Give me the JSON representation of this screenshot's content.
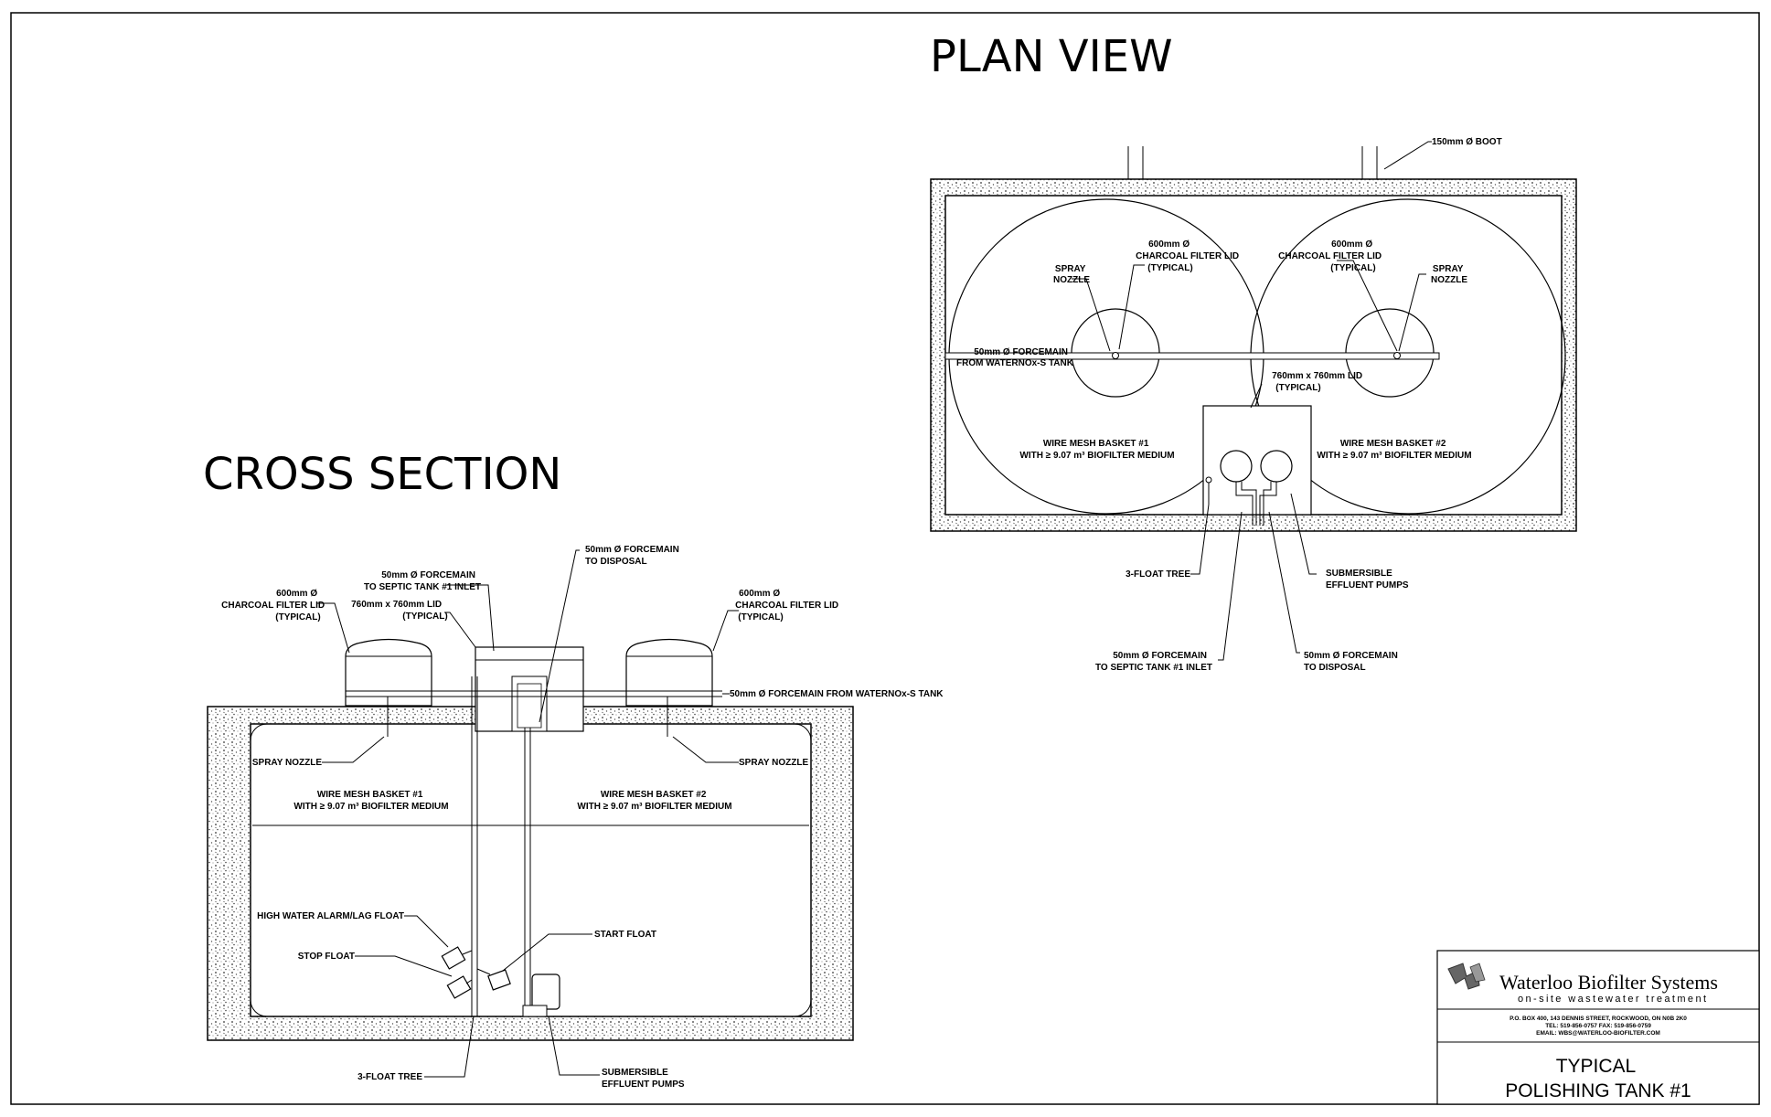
{
  "titles": {
    "plan_view": "PLAN VIEW",
    "cross_section": "CROSS SECTION"
  },
  "plan": {
    "boot": "150mm Ø BOOT",
    "spray_nozzle_1": [
      "SPRAY",
      "NOZZLE"
    ],
    "lid_1": [
      "600mm Ø",
      "CHARCOAL FILTER LID",
      "(TYPICAL)"
    ],
    "lid_2": [
      "600mm Ø",
      "CHARCOAL FILTER LID",
      "(TYPICAL)"
    ],
    "spray_nozzle_2": [
      "SPRAY",
      "NOZZLE"
    ],
    "forcemain_in": [
      "50mm Ø FORCEMAIN",
      "FROM WATERNOx-S TANK"
    ],
    "access_lid": [
      "760mm x 760mm LID",
      "(TYPICAL)"
    ],
    "basket_1": [
      "WIRE MESH BASKET #1",
      "WITH ≥ 9.07 m³ BIOFILTER MEDIUM"
    ],
    "basket_2": [
      "WIRE MESH BASKET #2",
      "WITH ≥ 9.07 m³ BIOFILTER MEDIUM"
    ],
    "float_tree": "3-FLOAT TREE",
    "pumps": [
      "SUBMERSIBLE",
      "EFFLUENT PUMPS"
    ],
    "forcemain_septic": [
      "50mm Ø FORCEMAIN",
      "TO SEPTIC TANK #1 INLET"
    ],
    "forcemain_disposal": [
      "50mm Ø FORCEMAIN",
      "TO DISPOSAL"
    ]
  },
  "section": {
    "forcemain_disposal": [
      "50mm Ø FORCEMAIN",
      "TO DISPOSAL"
    ],
    "forcemain_septic": [
      "50mm Ø FORCEMAIN",
      "TO SEPTIC TANK #1 INLET"
    ],
    "lid_left": [
      "600mm Ø",
      "CHARCOAL FILTER LID",
      "(TYPICAL)"
    ],
    "access_lid": [
      "760mm x 760mm LID",
      "(TYPICAL)"
    ],
    "lid_right": [
      "600mm Ø",
      "CHARCOAL FILTER LID",
      "(TYPICAL)"
    ],
    "forcemain_in": "50mm Ø FORCEMAIN FROM WATERNOx-S TANK",
    "spray_left": "SPRAY NOZZLE",
    "spray_right": "SPRAY NOZZLE",
    "basket_1": [
      "WIRE MESH BASKET #1",
      "WITH ≥ 9.07 m³ BIOFILTER MEDIUM"
    ],
    "basket_2": [
      "WIRE MESH BASKET #2",
      "WITH ≥ 9.07 m³ BIOFILTER MEDIUM"
    ],
    "high_water": "HIGH WATER ALARM/LAG FLOAT",
    "stop_float": "STOP FLOAT",
    "start_float": "START FLOAT",
    "float_tree": "3-FLOAT TREE",
    "pumps": [
      "SUBMERSIBLE",
      "EFFLUENT PUMPS"
    ]
  },
  "title_block": {
    "company": "Waterloo Biofilter Systems",
    "tagline": "on-site wastewater treatment",
    "address": "P.O. BOX 400, 143 DENNIS STREET, ROCKWOOD, ON N0B 2K0",
    "phone": "TEL: 519-856-0757    FAX: 519-856-0759",
    "email": "EMAIL: WBS@WATERLOO-BIOFILTER.COM",
    "drawing_title": [
      "TYPICAL",
      "POLISHING TANK #1"
    ]
  }
}
